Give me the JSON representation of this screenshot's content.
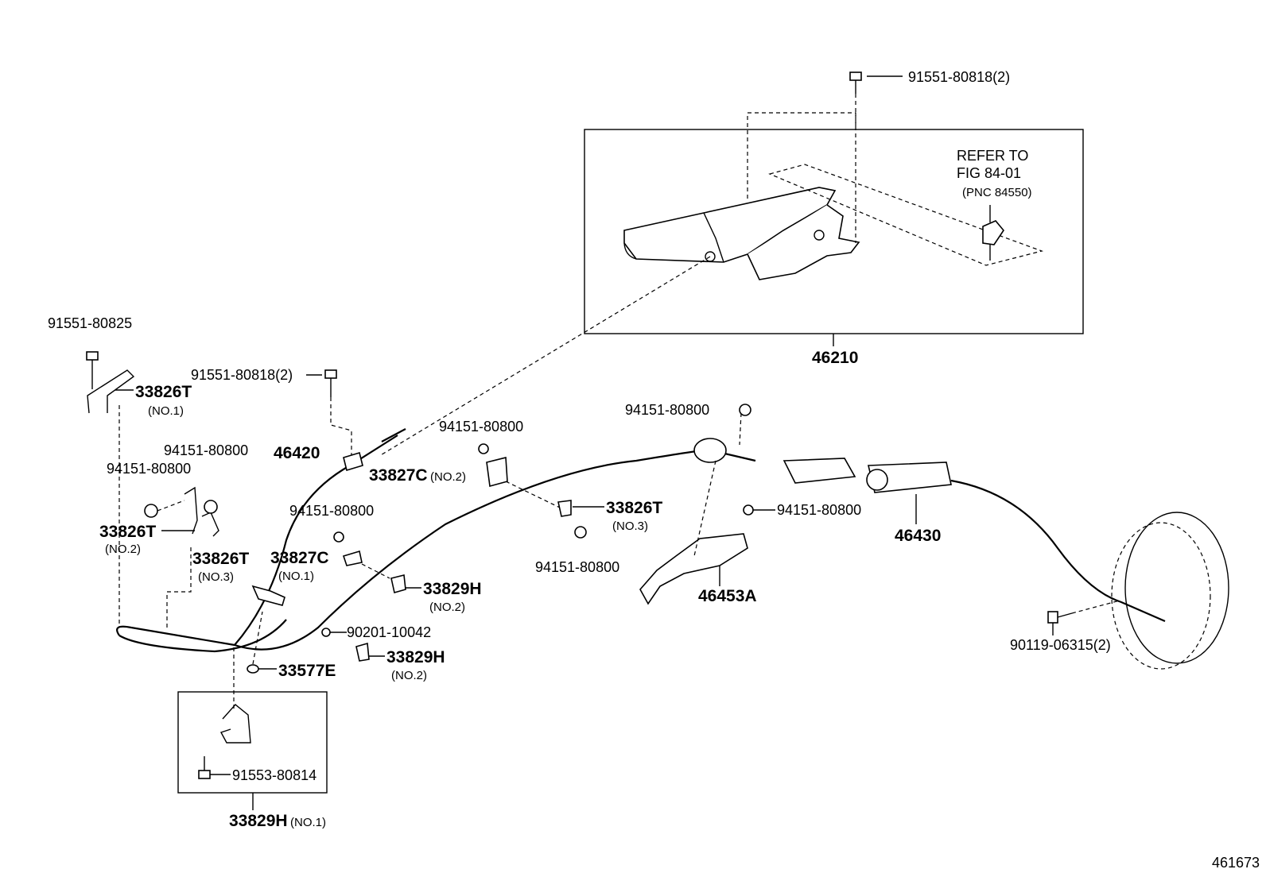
{
  "figure_id": "461673",
  "refer_note": {
    "line1": "REFER TO",
    "line2": "FIG 84-01",
    "line3": "(PNC 84550)"
  },
  "labels": {
    "p1": "91551-80818(2)",
    "p2": "46210",
    "p3": "91551-80825",
    "p4": "33826T",
    "p4s": "(NO.1)",
    "p5": "91551-80818(2)",
    "p6": "46420",
    "p7": "94151-80800",
    "p8": "94151-80800",
    "p9": "33826T",
    "p9s": "(NO.2)",
    "p10": "33826T",
    "p10s": "(NO.3)",
    "p11": "33827C",
    "p11s": "(NO.2)",
    "p12": "94151-80800",
    "p13": "94151-80800",
    "p14": "33827C",
    "p14s": "(NO.1)",
    "p15": "33829H",
    "p15s": "(NO.2)",
    "p16": "90201-10042",
    "p17": "33829H",
    "p17s": "(NO.2)",
    "p18": "33577E",
    "p19": "91553-80814",
    "p20": "33829H",
    "p20s": "(NO.1)",
    "p21": "94151-80800",
    "p22": "33826T",
    "p22s": "(NO.3)",
    "p23": "94151-80800",
    "p24": "94151-80800",
    "p25": "46453A",
    "p26": "46430",
    "p27": "90119-06315(2)"
  }
}
